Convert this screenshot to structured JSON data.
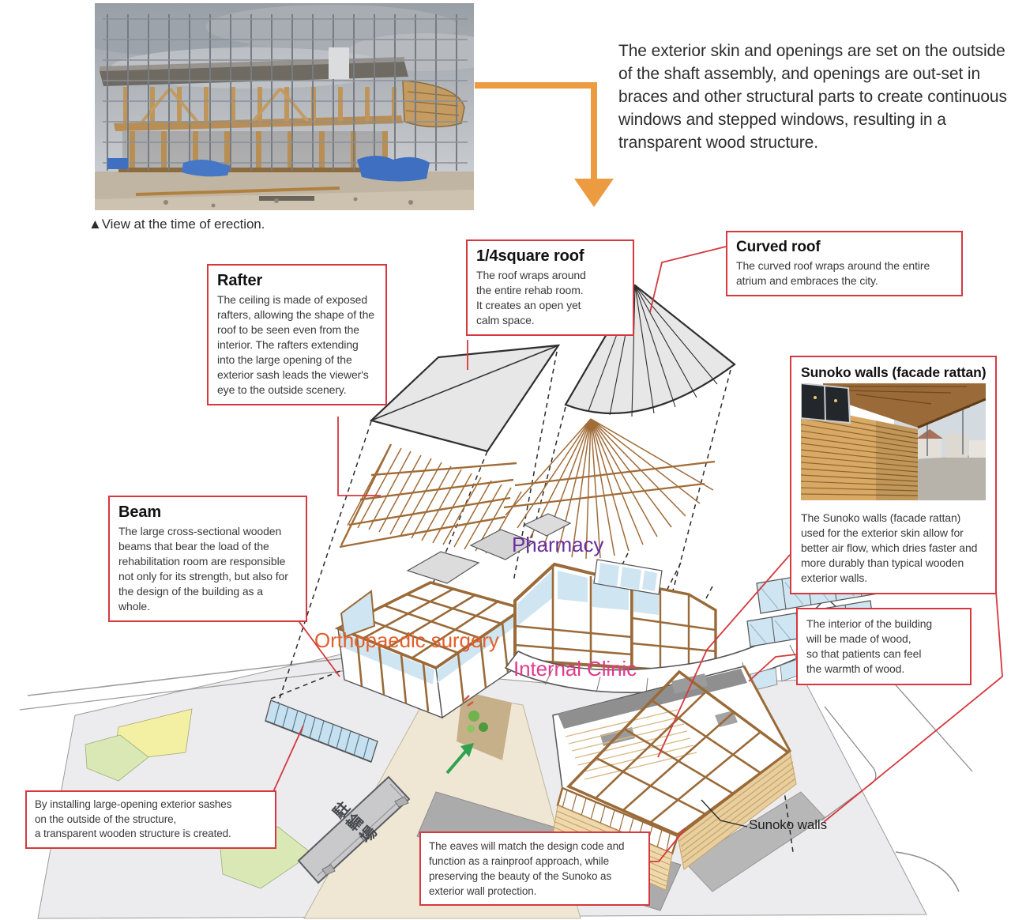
{
  "photo": {
    "caption": "▲View at the time of erection."
  },
  "intro": {
    "text": "The exterior skin and openings are set on the outside of the shaft assembly, and openings are out-set in braces and other structural parts to create continuous windows and stepped windows, resulting in a transparent wood structure."
  },
  "callouts": {
    "rafter": {
      "title": "Rafter",
      "body": "The ceiling is made of exposed rafters, allowing the shape of the roof to be seen even from the interior. The rafters extending into the large opening of the exterior sash leads the viewer's eye to the outside scenery."
    },
    "quarter_roof": {
      "title": "1/4square roof",
      "body": "The roof wraps around\nthe entire rehab room.\nIt creates an open yet\ncalm space."
    },
    "curved_roof": {
      "title": "Curved roof",
      "body": "The curved roof wraps around the entire atrium and embraces the city."
    },
    "sunoko": {
      "title": "Sunoko walls (facade rattan)",
      "body": "The Sunoko walls (facade rattan) used for the exterior skin allow for better air flow, which dries faster and more durably than typical wooden exterior walls."
    },
    "beam": {
      "title": "Beam",
      "body": "The large cross-sectional wooden beams that bear the load of the rehabilitation room are responsible not only for its strength, but also for the design of the building as a whole."
    },
    "interior_wood": {
      "body": "The interior of the building\nwill be made of wood,\nso that patients can feel\nthe warmth of wood."
    },
    "exterior_sashes": {
      "body": "By installing large-opening exterior sashes\non the outside of the structure,\na transparent wooden structure is created."
    },
    "eaves": {
      "body": "The eaves will match the design code and\nfunction as a rainproof approach, while\npreserving the beauty of the Sunoko as\nexterior wall protection."
    }
  },
  "diagram_labels": {
    "pharmacy": "Pharmacy",
    "orthopaedic_surgery": "Orthopaedic surgery",
    "internal_clinic": "Internal Clinic",
    "bicycle_parking": "駐輪場",
    "sunoko_walls": "Sunoko walls"
  },
  "colors": {
    "callout_border": "#d6383e",
    "arrow_orange": "#ec9b40",
    "pharmacy_label": "#6b2e9e",
    "orthopaedic_label": "#e2602c",
    "internal_clinic_label": "#e13a8c",
    "timber_brown": "#9a6a38",
    "roof_gray": "#e7e7e7",
    "window_blue": "#cfe5f2",
    "sunoko_tan": "#eed9ae"
  }
}
